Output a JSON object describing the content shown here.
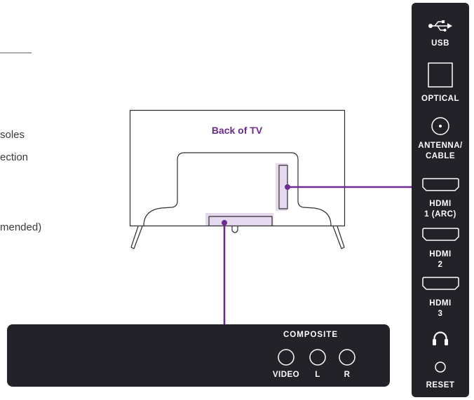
{
  "left_text": {
    "lines": [
      "soles",
      "ection",
      "mended)"
    ]
  },
  "tv": {
    "label": "Back of TV"
  },
  "side_panel": {
    "ports": [
      {
        "icon": "usb-icon",
        "lines": [
          "USB"
        ]
      },
      {
        "icon": "optical-port-icon",
        "lines": [
          "OPTICAL"
        ]
      },
      {
        "icon": "antenna-port-icon",
        "lines": [
          "ANTENNA/",
          "CABLE"
        ]
      },
      {
        "icon": "hdmi-port-icon",
        "lines": [
          "HDMI",
          "1 (ARC)"
        ]
      },
      {
        "icon": "hdmi-port-icon",
        "lines": [
          "HDMI",
          "2"
        ]
      },
      {
        "icon": "hdmi-port-icon",
        "lines": [
          "HDMI",
          "3"
        ]
      },
      {
        "icon": "headphone-icon",
        "lines": []
      },
      {
        "icon": "reset-button-icon",
        "lines": [
          "RESET"
        ]
      }
    ]
  },
  "bottom_panel": {
    "title": "COMPOSITE",
    "jacks": [
      {
        "icon": "rca-jack-icon",
        "label": "VIDEO"
      },
      {
        "icon": "rca-jack-icon",
        "label": "L"
      },
      {
        "icon": "rca-jack-icon",
        "label": "R"
      }
    ]
  },
  "colors": {
    "accent": "#6b2c91",
    "highlight": "#e4d9ee",
    "panel": "#222228",
    "outline": "#2e2e2e",
    "text": "#3a3a3a",
    "panel_text": "#ffffff"
  }
}
